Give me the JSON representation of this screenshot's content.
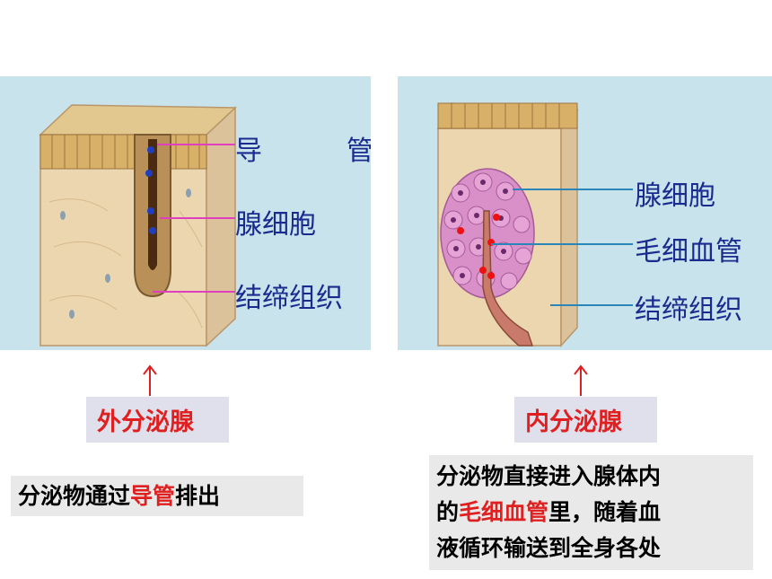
{
  "exocrine": {
    "labels": [
      "导　管",
      "腺细胞",
      "结缔组织"
    ],
    "tag": "外分泌腺",
    "desc": {
      "pre": "分泌物通过",
      "highlight": "导管",
      "post": "排出"
    }
  },
  "endocrine": {
    "labels": [
      "腺细胞",
      "毛细血管",
      "结缔组织"
    ],
    "tag": "内分泌腺",
    "desc": {
      "line1": "分泌物直接进入腺体内",
      "line2_pre": "的",
      "line2_highlight": "毛细血管",
      "line2_post": "里，随着血",
      "line3": "液循环输送到全身各处"
    }
  },
  "colors": {
    "label": "#1a2b8f",
    "tag_text": "#e02020",
    "highlight": "#e02020",
    "panel_bg": "#c9e3ec"
  }
}
